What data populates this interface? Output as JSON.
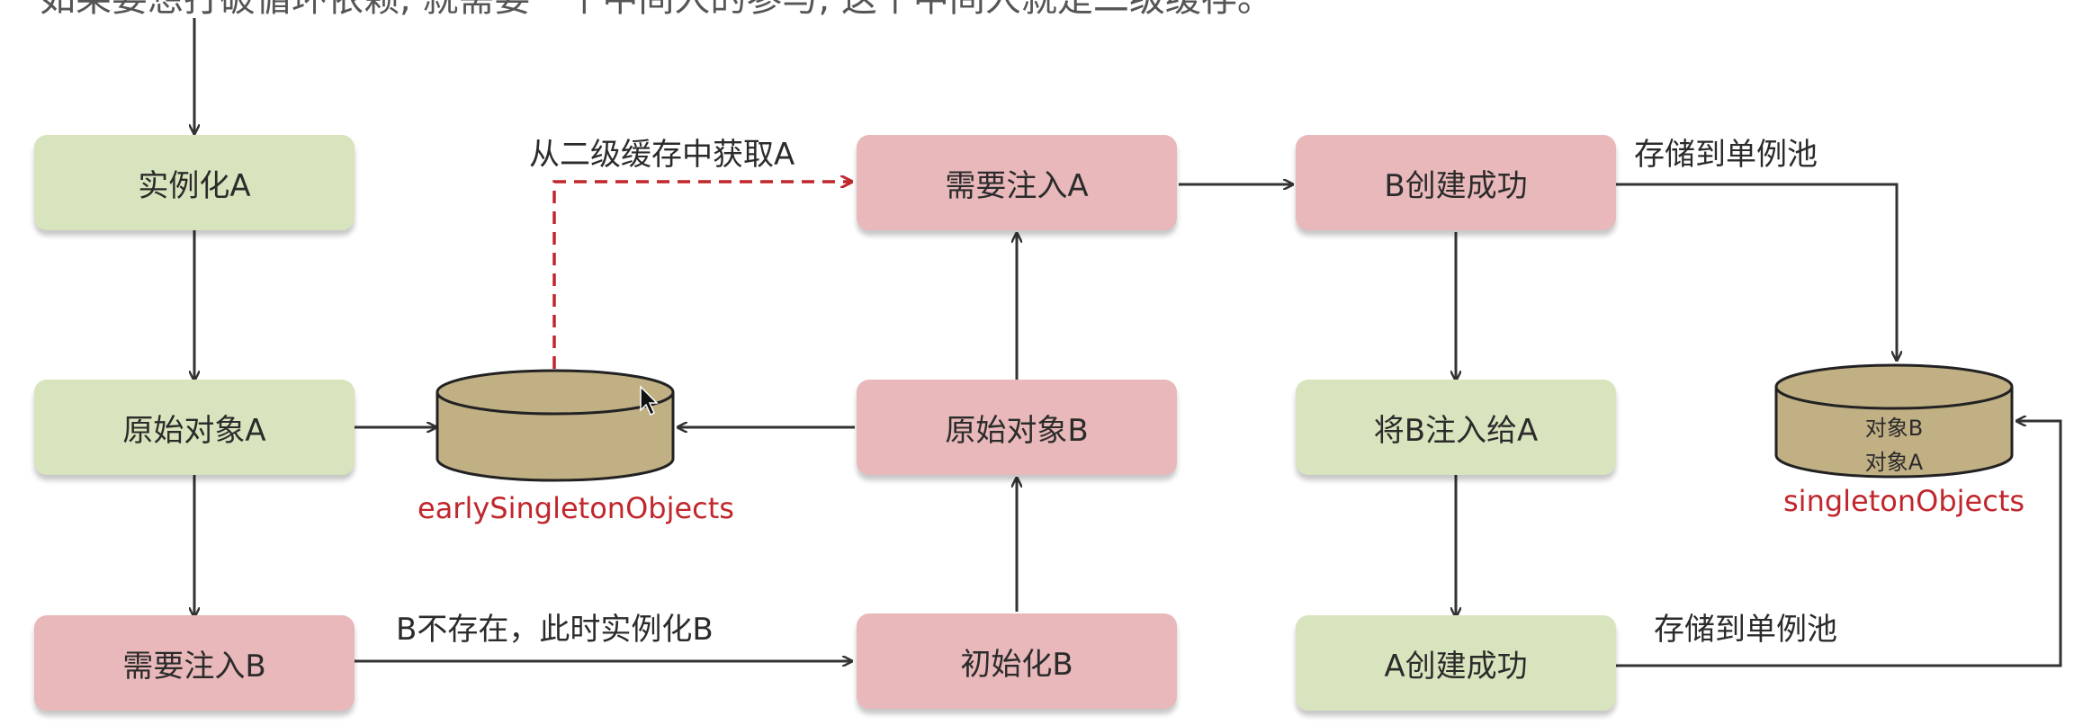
{
  "header": {
    "partial_text": "如果要想打破循环依赖, 就需要一个中间人的参与, 这个中间人就是二级缓存。"
  },
  "nodes": {
    "instantiate_a": "实例化A",
    "raw_object_a": "原始对象A",
    "need_inject_b": "需要注入B",
    "need_inject_a": "需要注入A",
    "raw_object_b": "原始对象B",
    "init_b": "初始化B",
    "b_created": "B创建成功",
    "inject_b_into_a": "将B注入给A",
    "a_created": "A创建成功"
  },
  "caches": {
    "early": {
      "name": "earlySingletonObjects"
    },
    "singleton": {
      "name": "singletonObjects",
      "contents": [
        "对象B",
        "对象A"
      ]
    }
  },
  "edge_labels": {
    "from_second_cache": "从二级缓存中获取A",
    "b_not_exist": "B不存在，此时实例化B",
    "store_pool_1": "存储到单例池",
    "store_pool_2": "存储到单例池"
  },
  "colors": {
    "green_box": "#d8e4bd",
    "red_box": "#e8b8ba",
    "cylinder": "#c2b085",
    "dashed_arrow": "#c0262c",
    "cache_label": "#c0262c"
  }
}
